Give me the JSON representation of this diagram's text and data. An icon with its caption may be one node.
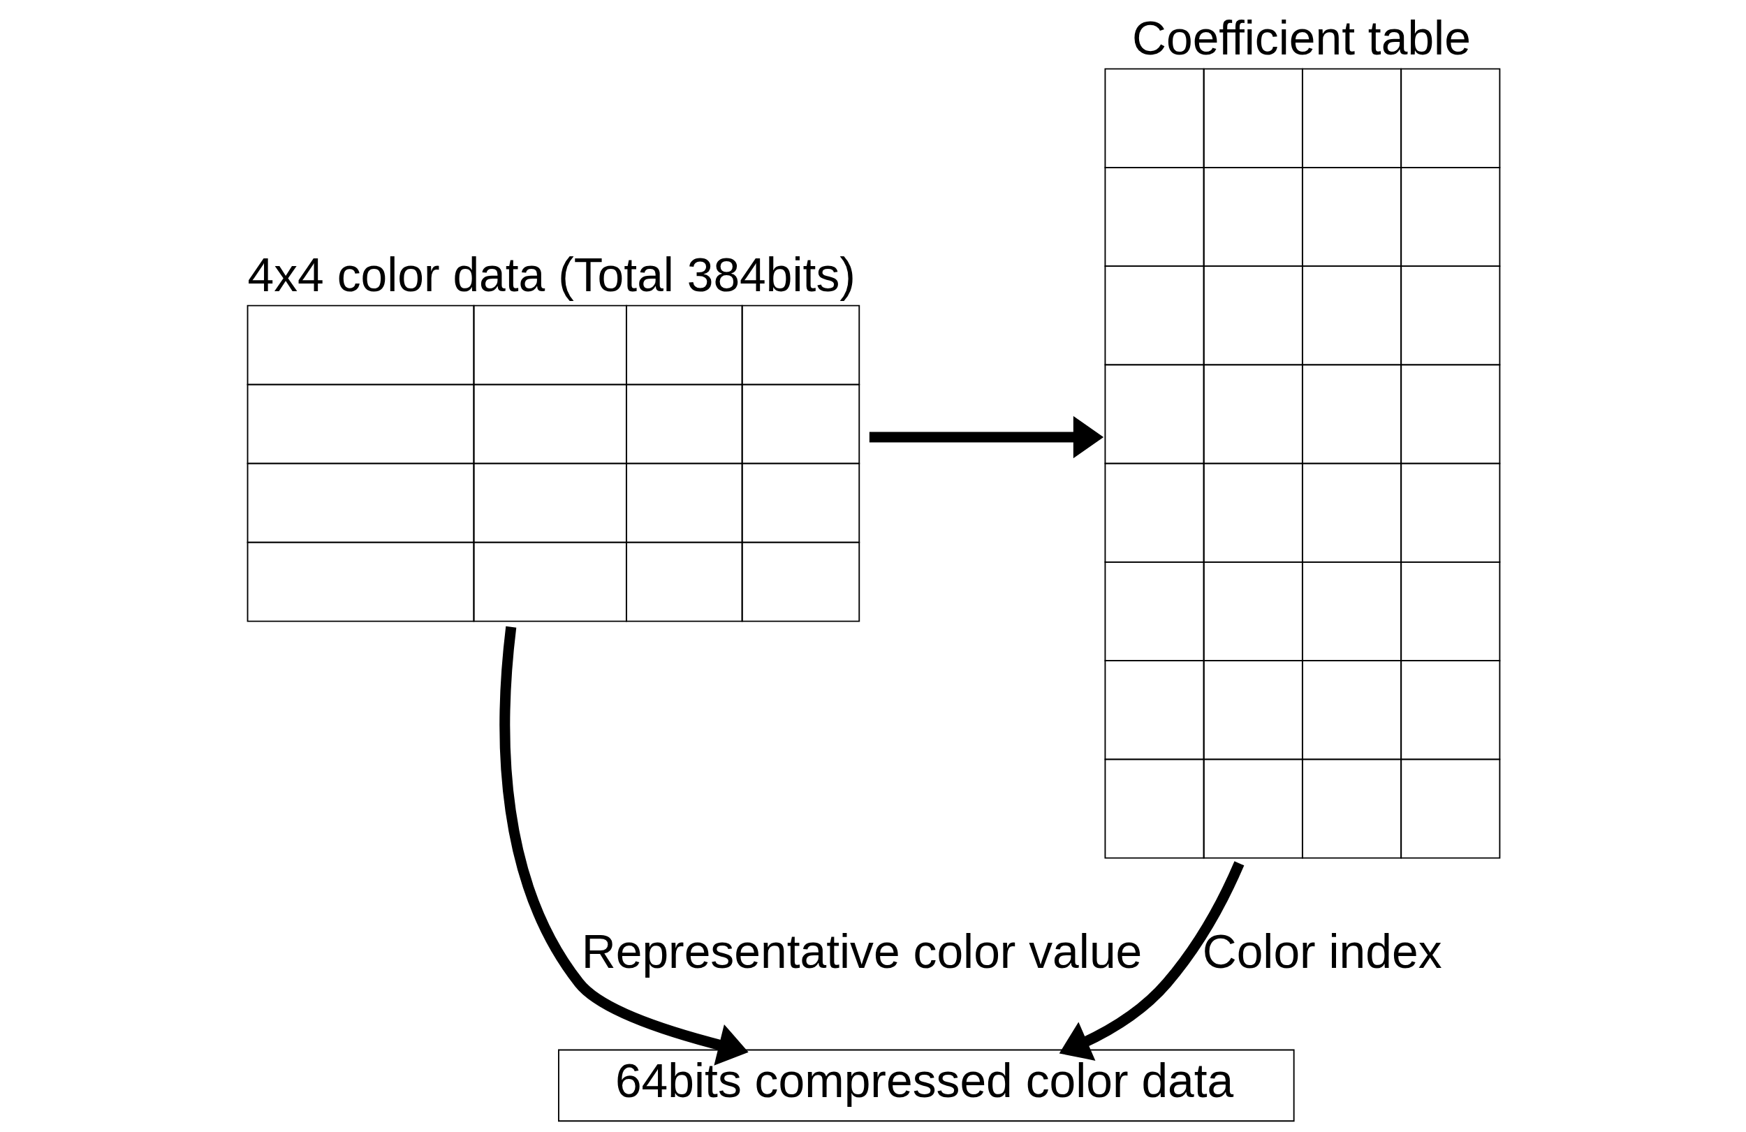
{
  "diagram": {
    "nodes": [
      {
        "text": [
          "4x4 color data (Total 384bits)"
        ]
      },
      {
        "text": [
          "Coefficient table"
        ]
      },
      {
        "text": [
          "64bits compressed color data"
        ]
      }
    ],
    "edges": [
      {
        "from": 0,
        "to": 1,
        "arrow": "to"
      },
      {
        "from": 0,
        "to": 2,
        "arrow": "to",
        "label": "Representative color value"
      },
      {
        "from": 1,
        "to": 2,
        "arrow": "to",
        "label": "Color index"
      }
    ]
  }
}
